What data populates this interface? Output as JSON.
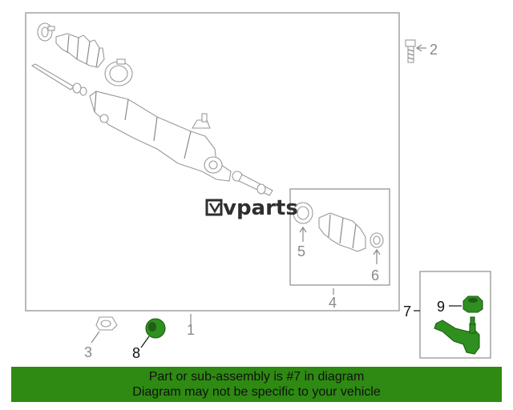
{
  "callouts": {
    "c1": "1",
    "c2": "2",
    "c3": "3",
    "c4": "4",
    "c5": "5",
    "c6": "6",
    "c7": "7",
    "c8": "8",
    "c9": "9"
  },
  "watermark": "vparts",
  "banner": {
    "line1": "Part or sub-assembly is #7 in diagram",
    "line2": "Diagram may not be specific to your vehicle"
  },
  "colors": {
    "highlight": "#2f8f1f",
    "banner": "#2e8a12",
    "linework": "#9a9a9a"
  }
}
